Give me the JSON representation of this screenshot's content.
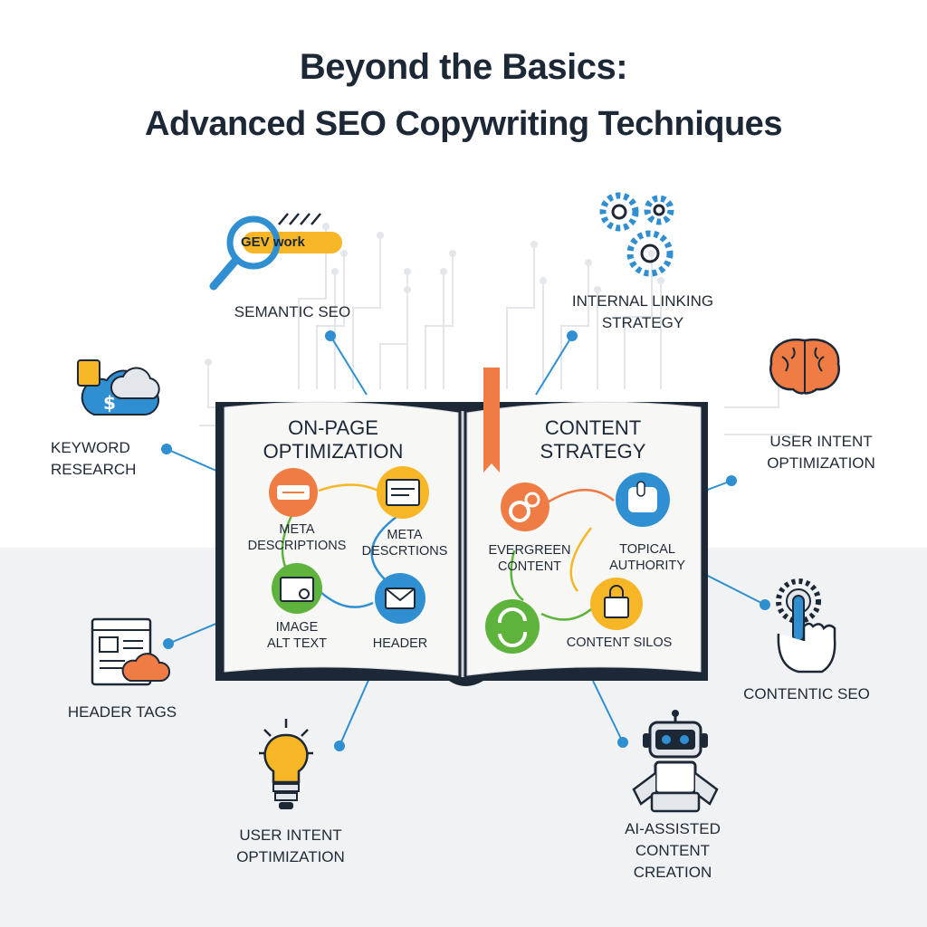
{
  "title": {
    "line1": "Beyond the Basics:",
    "line2": "Advanced SEO Copywriting Techniques"
  },
  "colors": {
    "navy": "#1d2836",
    "blue": "#2f8fd0",
    "orange": "#ef7b45",
    "yellow": "#f6b626",
    "green": "#5db33c",
    "floor": "#f1f2f4"
  },
  "outer": {
    "semantic_seo": "SEMANTIC SEO",
    "keyword_research": [
      "KEYWORD",
      "RESEARCH"
    ],
    "header_tags": "HEADER TAGS",
    "user_intent_bottom": [
      "USER INTENT",
      "OPTIMIZATION"
    ],
    "internal_linking": [
      "INTERNAL LINKING",
      "STRATEGY"
    ],
    "user_intent_right": [
      "USER INTENT",
      "OPTIMIZATION"
    ],
    "contentic_seo": "CONTENTIC SEO",
    "ai_assisted": [
      "AI-ASSISTED",
      "CONTENT",
      "CREATION"
    ],
    "search_bar_text": "GEV work"
  },
  "left_page": {
    "heading": [
      "ON-PAGE",
      "OPTIMIZATION"
    ],
    "nodes": {
      "meta1": [
        "META",
        "DESCRIPTIONS"
      ],
      "meta2": [
        "META",
        "DESCRTIONS"
      ],
      "image": [
        "IMAGE",
        "ALT TEXT"
      ],
      "header": "HEADER"
    }
  },
  "right_page": {
    "heading": [
      "CONTENT",
      "STRATEGY"
    ],
    "nodes": {
      "evergreen": [
        "EVERGREEN",
        "CONTENT"
      ],
      "topical": [
        "TOPICAL",
        "AUTHORITY"
      ],
      "silos": "CONTENT SILOS"
    }
  }
}
